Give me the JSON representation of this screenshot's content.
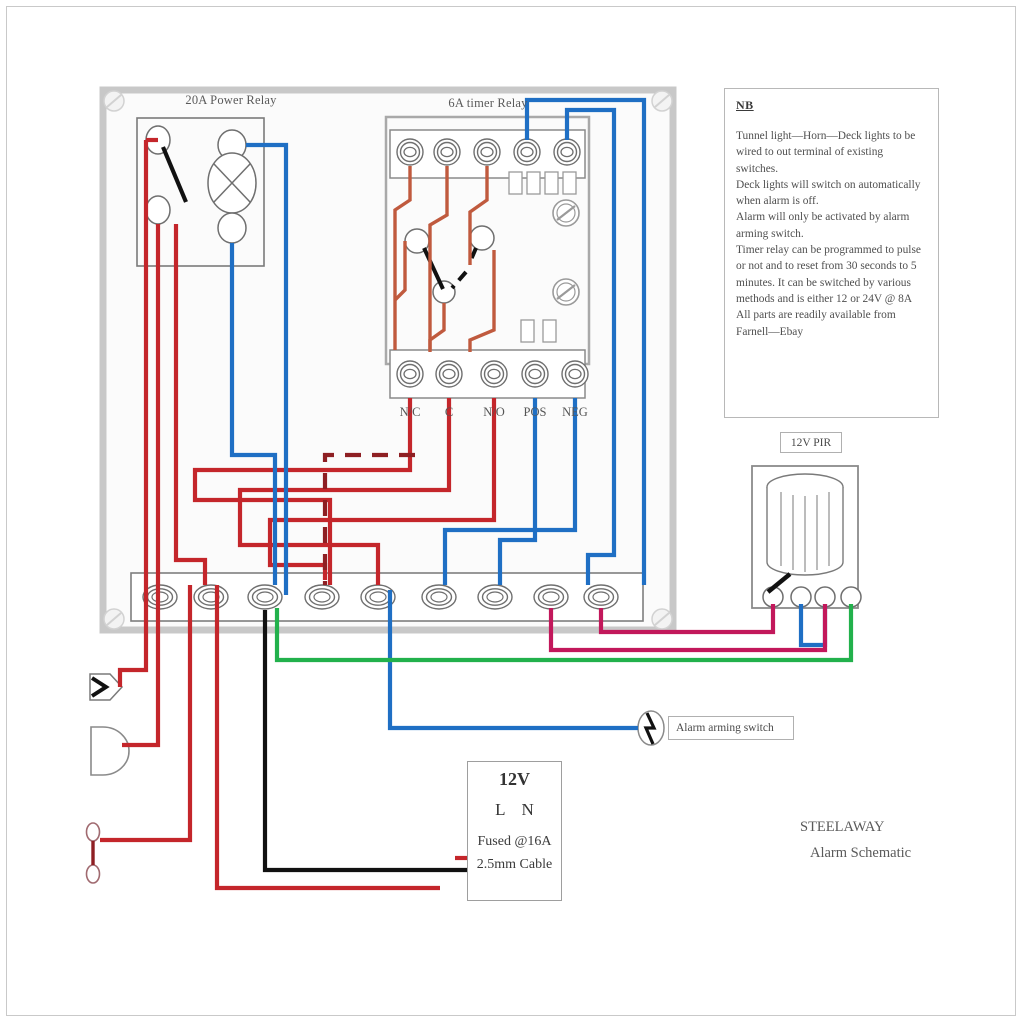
{
  "diagram": {
    "title_block": {
      "company": "STEELAWAY",
      "subtitle": "Alarm Schematic"
    },
    "note": {
      "heading": "NB",
      "lines": [
        "Tunnel light—Horn—Deck lights to be wired to out terminal of existing switches.",
        "Deck lights will switch on automatically when alarm is off.",
        "Alarm will only be activated by alarm arming switch.",
        "Timer relay can be programmed to pulse or not and to reset from 30 seconds to 5 minutes. It can be switched by various methods and is either 12 or 24V @ 8A",
        "All parts are readily available from  Farnell—Ebay"
      ]
    },
    "components": {
      "power_relay": {
        "label": "20A Power Relay"
      },
      "timer_relay": {
        "label": "6A timer Relay",
        "bottom_terminals": [
          "N/C",
          "C",
          "N/O",
          "POS",
          "NEG"
        ]
      },
      "pir": {
        "label": "12V PIR"
      },
      "arming_switch": {
        "label": "Alarm arming switch"
      },
      "psu": {
        "voltage": "12V",
        "line": "L",
        "neutral": "N",
        "fuse": "Fused @16A",
        "cable": "2.5mm Cable"
      }
    },
    "colors": {
      "red": "#c4262b",
      "dark_red": "#8e1f23",
      "blue": "#1f6fc4",
      "green": "#22b14c",
      "magenta": "#c2185b",
      "black": "#111111",
      "outline": "#6f6f6f",
      "enclosure": "#c8c8c8"
    },
    "terminal_strip": {
      "count": 9
    }
  }
}
